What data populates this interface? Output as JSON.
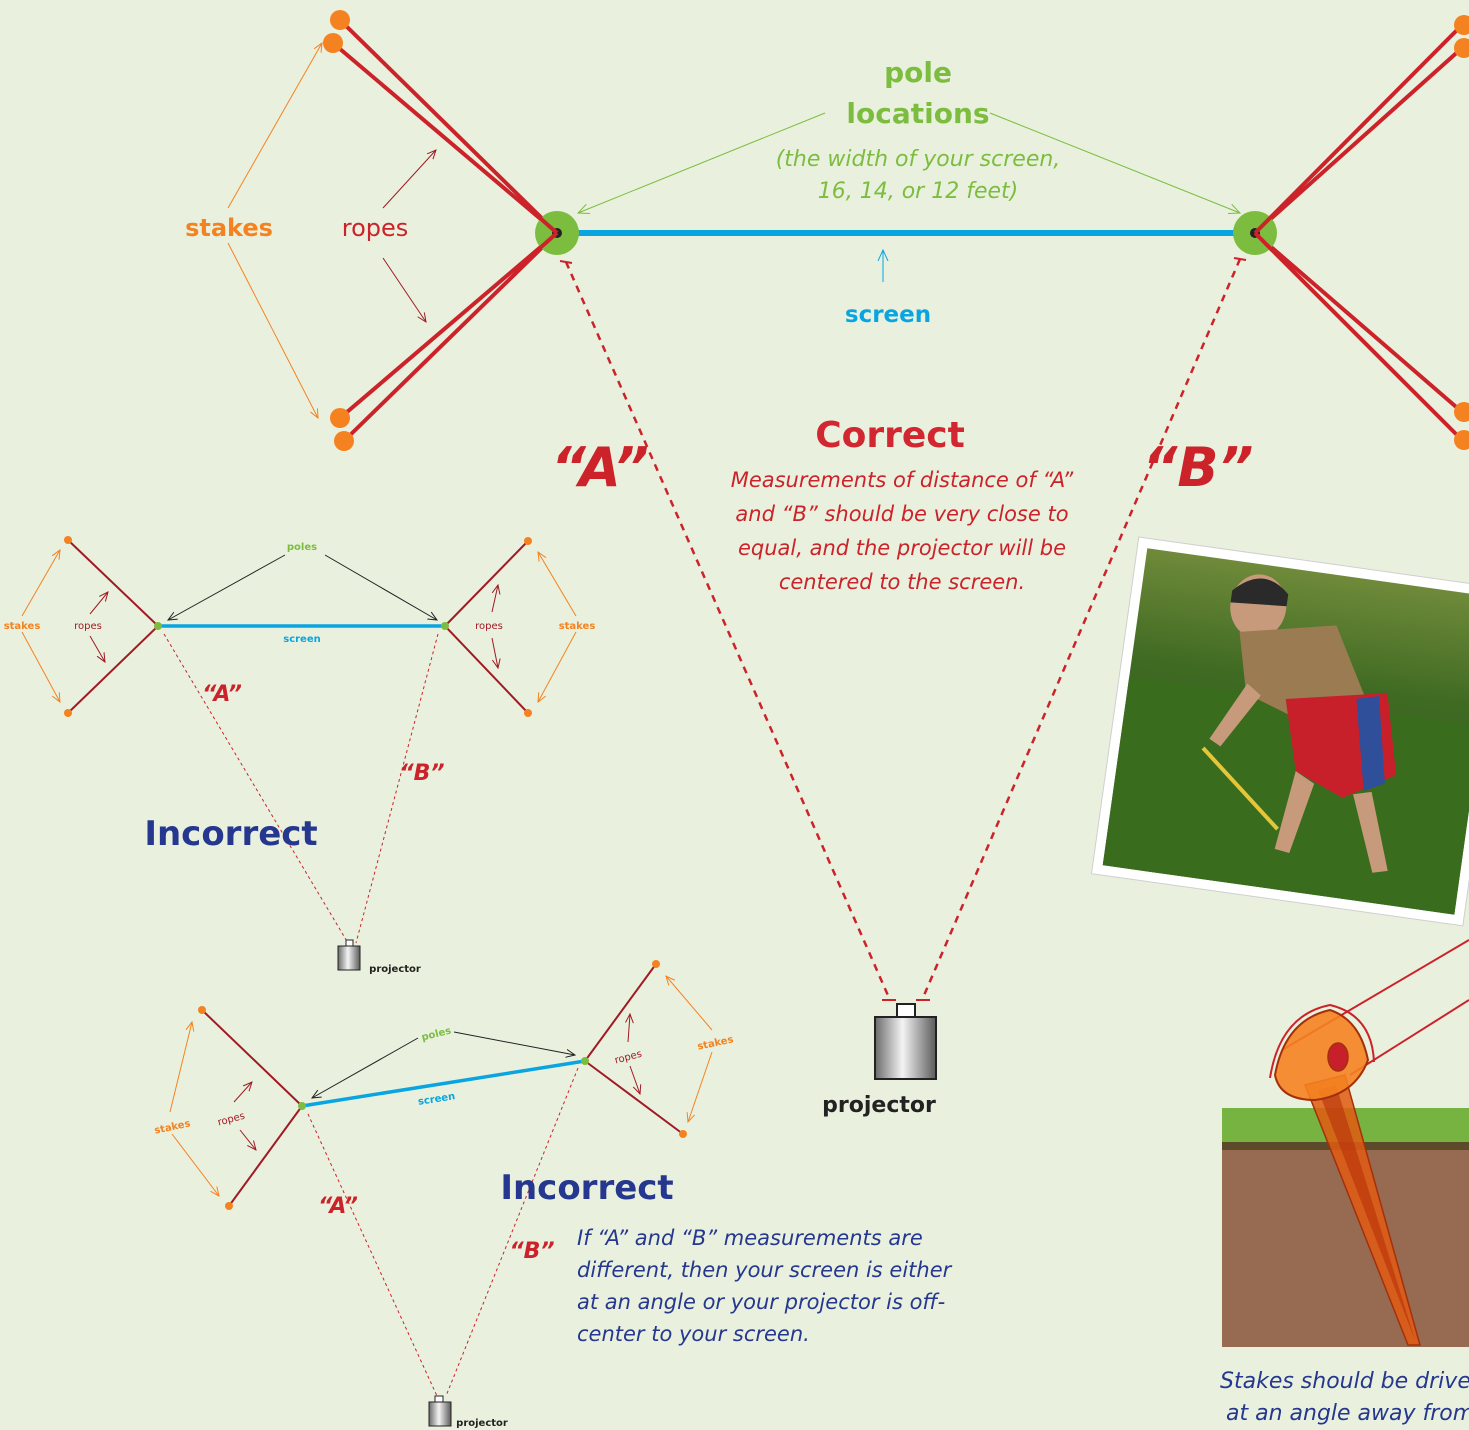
{
  "colors": {
    "background": "#e9f1de",
    "rope": "#cc2229",
    "rope_dark": "#a01a24",
    "stake": "#f58220",
    "pole": "#7cbd3f",
    "screen": "#0aa5e0",
    "title_correct": "#d22630",
    "title_incorrect": "#25378f",
    "grass": "#77b340",
    "soil": "#976a52"
  },
  "main": {
    "pole_title_1": "pole",
    "pole_title_2": "locations",
    "pole_note_1": "(the width of your screen,",
    "pole_note_2": "16, 14, or 12 feet)",
    "stakes_label": "stakes",
    "ropes_label": "ropes",
    "screen_label": "screen",
    "a_label": "“A”",
    "b_label": "“B”",
    "correct_title": "Correct",
    "correct_text": [
      "Measurements of distance of “A”",
      "and “B” should be very close to",
      "equal, and the projector will be",
      "centered to the screen."
    ],
    "projector_label": "projector"
  },
  "incorrect1": {
    "poles_label": "poles",
    "stakes_left": "stakes",
    "ropes_left": "ropes",
    "ropes_right": "ropes",
    "stakes_right": "stakes",
    "screen_label": "screen",
    "a_label": "“A”",
    "b_label": "“B”",
    "title": "Incorrect",
    "projector_label": "projector"
  },
  "incorrect2": {
    "poles_label": "poles",
    "stakes_left": "stakes",
    "ropes_left": "ropes",
    "ropes_right": "ropes",
    "stakes_right": "stakes",
    "screen_label": "screen",
    "a_label": "“A”",
    "b_label": "“B”",
    "title": "Incorrect",
    "text": [
      "If “A” and “B” measurements are",
      "different, then your screen is either",
      "at an angle or your projector is off-",
      "center to your screen."
    ],
    "projector_label": "projector"
  },
  "stake_caption": [
    "Stakes should be drive",
    "at an angle away from"
  ]
}
